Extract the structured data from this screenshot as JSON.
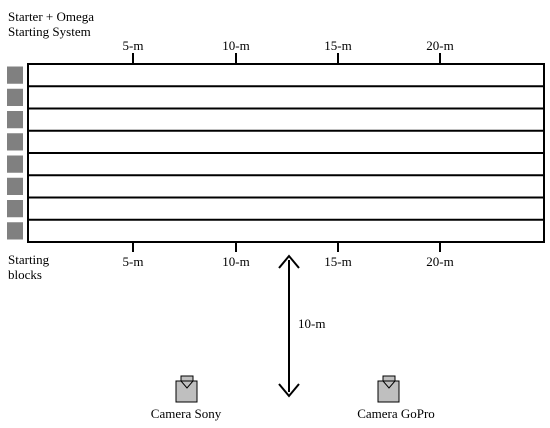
{
  "starter_label": {
    "line1": "Starter + Omega",
    "line2": "Starting System"
  },
  "blocks_label": {
    "line1": "Starting",
    "line2": "blocks"
  },
  "distance_markers_top": [
    "5-m",
    "10-m",
    "15-m",
    "20-m"
  ],
  "distance_markers_bottom": [
    "5-m",
    "10-m",
    "15-m",
    "20-m"
  ],
  "lane_count": 8,
  "offset_label": "10-m",
  "camera_sony_label": "Camera Sony",
  "camera_gopro_label": "Camera GoPro",
  "colors": {
    "line": "#000000",
    "block_fill": "#808080",
    "camera_fill": "#bfbfbf"
  }
}
